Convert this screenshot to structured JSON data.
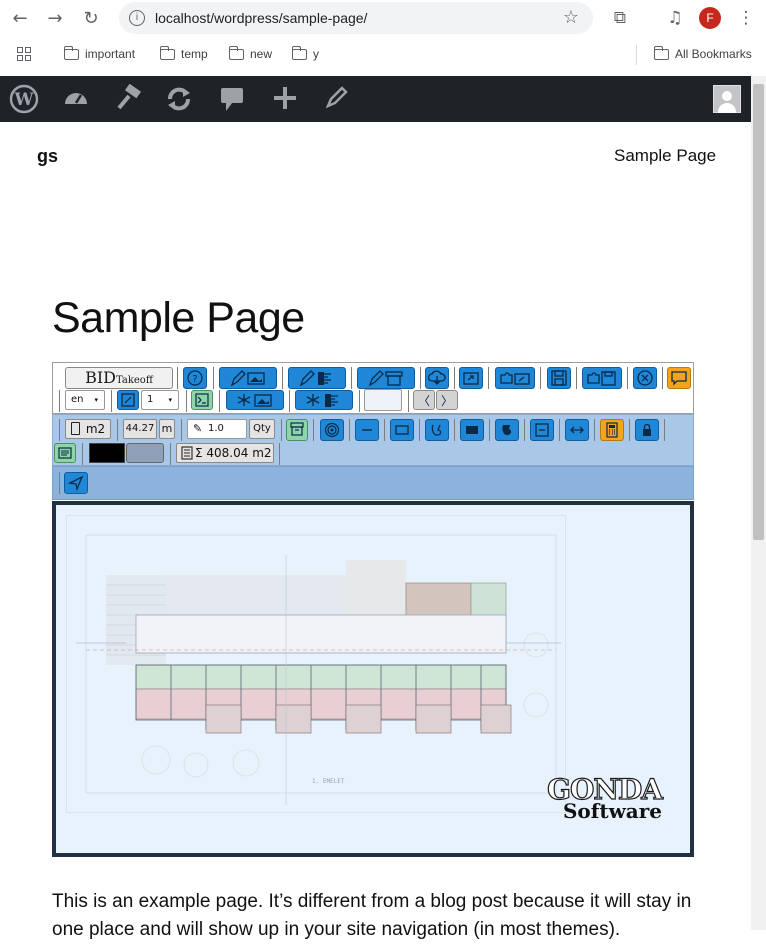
{
  "browser": {
    "url": "localhost/wordpress/sample-page/",
    "profile_initial": "F",
    "bookmarks": [
      "important",
      "temp",
      "new",
      "y"
    ],
    "all_bookmarks_label": "All Bookmarks"
  },
  "wp_admin_bar": {
    "icons": [
      "wordpress-icon",
      "dashboard-icon",
      "customize-icon",
      "updates-icon",
      "comments-icon",
      "new-icon",
      "edit-icon"
    ]
  },
  "site": {
    "title": "gs",
    "nav_item": "Sample Page"
  },
  "page": {
    "title": "Sample Page",
    "body_text": "This is an example page. It’s different from a blog post because it will stay in one place and will show up in your site navigation (in most themes)."
  },
  "takeoff": {
    "logo_main": "BID",
    "logo_sub": "Takeoff",
    "help_label": "?",
    "language": "en",
    "page_number": "1",
    "nav_prev": "〈",
    "nav_next": "〉",
    "unit_area": "m2",
    "length_value": "44.27",
    "length_unit": "m",
    "factor_value": "1.0",
    "qty_label": "Qty",
    "sum_label": "Σ 408.04 m2",
    "watermark_top": "GONDA",
    "watermark_bottom": "Software",
    "drawing_caption": "1. EMELET",
    "colors": {
      "button_blue": "#1f87d6",
      "button_orange": "#f3a41d",
      "toolbar_row2": "#a9c8e8",
      "toolbar_row3": "#8bb3dc",
      "canvas_bg": "#e8f2fd",
      "frame": "#1f3142"
    }
  }
}
